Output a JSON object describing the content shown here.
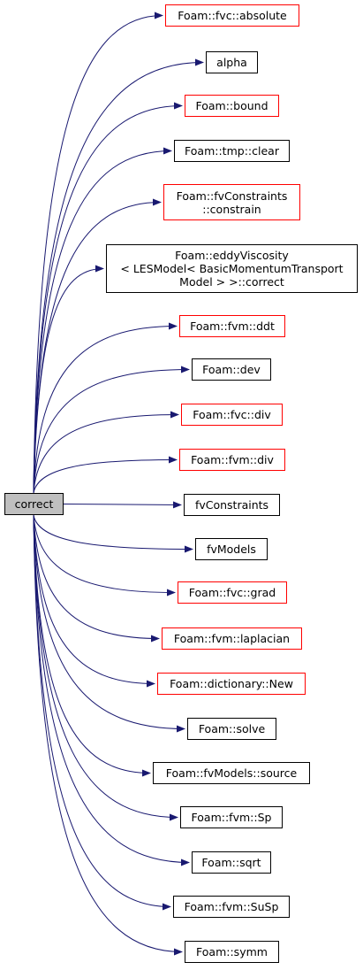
{
  "graph": {
    "root": {
      "label": "correct"
    },
    "nodes": [
      {
        "label": "Foam::fvc::absolute",
        "border": "red"
      },
      {
        "label": "alpha",
        "border": "black"
      },
      {
        "label": "Foam::bound",
        "border": "red"
      },
      {
        "label": "Foam::tmp::clear",
        "border": "black"
      },
      {
        "label": "Foam::fvConstraints\n::constrain",
        "border": "red"
      },
      {
        "label": "Foam::eddyViscosity\n< LESModel< BasicMomentumTransport\nModel > >::correct",
        "border": "black"
      },
      {
        "label": "Foam::fvm::ddt",
        "border": "red"
      },
      {
        "label": "Foam::dev",
        "border": "black"
      },
      {
        "label": "Foam::fvc::div",
        "border": "red"
      },
      {
        "label": "Foam::fvm::div",
        "border": "red"
      },
      {
        "label": "fvConstraints",
        "border": "black"
      },
      {
        "label": "fvModels",
        "border": "black"
      },
      {
        "label": "Foam::fvc::grad",
        "border": "red"
      },
      {
        "label": "Foam::fvm::laplacian",
        "border": "red"
      },
      {
        "label": "Foam::dictionary::New",
        "border": "red"
      },
      {
        "label": "Foam::solve",
        "border": "black"
      },
      {
        "label": "Foam::fvModels::source",
        "border": "black"
      },
      {
        "label": "Foam::fvm::Sp",
        "border": "black"
      },
      {
        "label": "Foam::sqrt",
        "border": "black"
      },
      {
        "label": "Foam::fvm::SuSp",
        "border": "black"
      },
      {
        "label": "Foam::symm",
        "border": "black"
      }
    ],
    "colors": {
      "edge": "#191970",
      "root_fill": "#bfbfbf",
      "red_border": "#ff0000",
      "black_border": "#000000"
    }
  }
}
